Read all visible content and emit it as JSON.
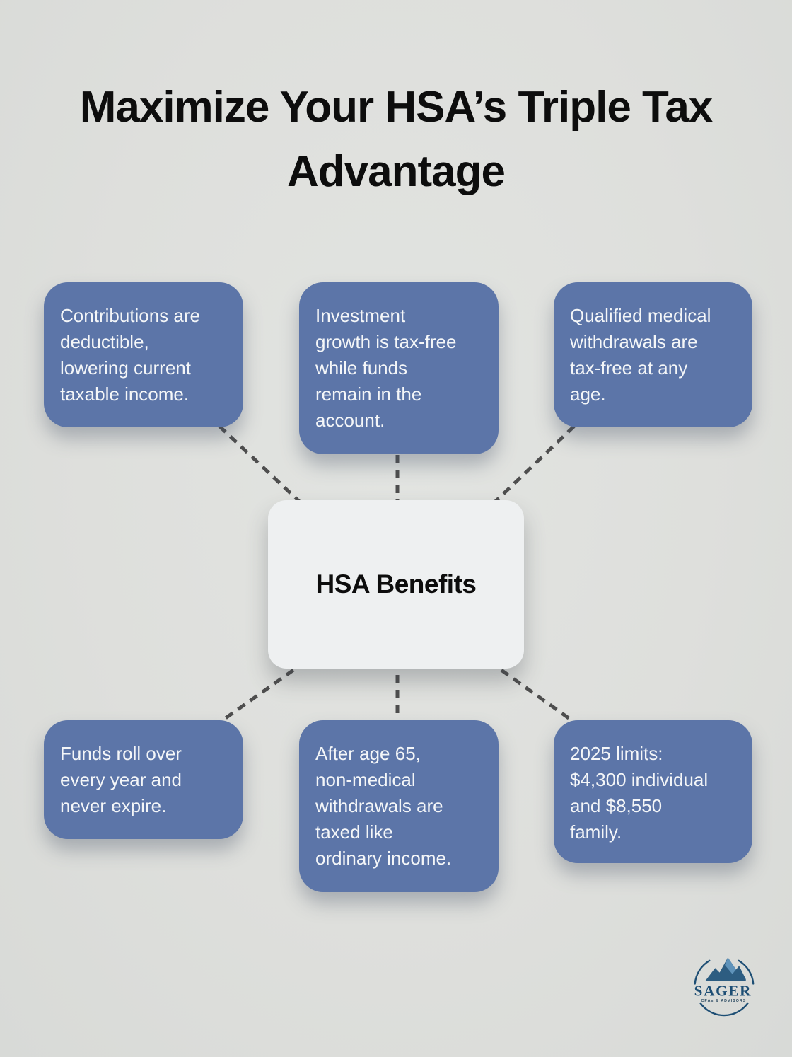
{
  "title": {
    "text": "Maximize Your HSA’s Triple Tax\nAdvantage"
  },
  "center_node": {
    "label": "HSA Benefits"
  },
  "benefit_nodes": [
    {
      "position": "top-left",
      "text": "Contributions are\ndeductible,\nlowering current\ntaxable income."
    },
    {
      "position": "top-center",
      "text": "Investment\ngrowth is tax-free\nwhile funds\nremain in the\naccount."
    },
    {
      "position": "top-right",
      "text": "Qualified medical\nwithdrawals are\ntax-free at any\nage."
    },
    {
      "position": "bottom-left",
      "text": "Funds roll over\nevery year and\nnever expire."
    },
    {
      "position": "bottom-center",
      "text": "After age 65,\nnon-medical\nwithdrawals are\ntaxed like\nordinary income."
    },
    {
      "position": "bottom-right",
      "text": "2025 limits:\n$4,300 individual\nand $8,550\nfamily."
    }
  ],
  "logo": {
    "wordmark": "SAGER",
    "tagline": "CPAs & ADVISORS"
  },
  "colors": {
    "background": "#dfe1de",
    "benefit_node_fill": "#5c75a8",
    "benefit_node_text": "#f4f6f8",
    "center_node_fill": "#eef0f1",
    "title_text": "#0d0d0d",
    "connector": "#4e4e4e",
    "logo_navy": "#1d4e74",
    "logo_mountain_dark": "#2d5d81",
    "logo_mountain_light": "#5f93ba"
  }
}
